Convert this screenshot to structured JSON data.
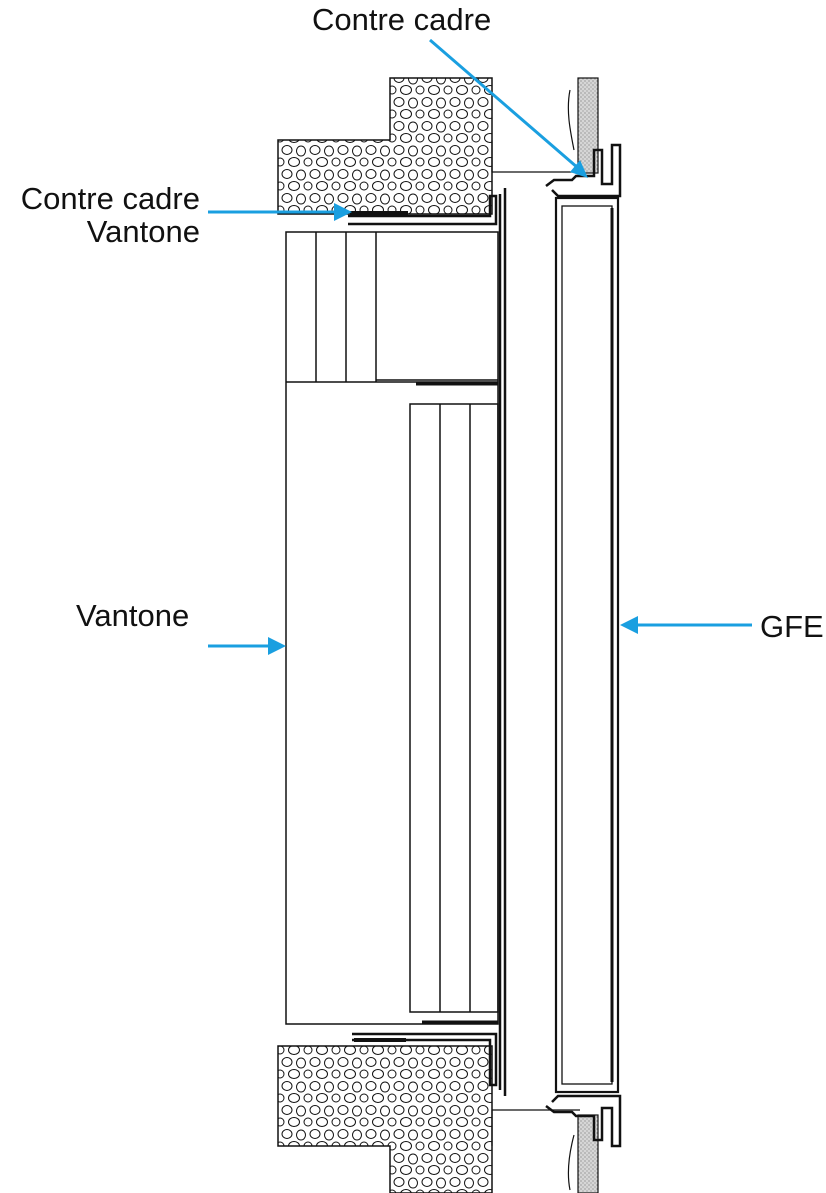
{
  "labels": {
    "contre_cadre": "Contre cadre",
    "contre_cadre_vantone_line1": "Contre cadre",
    "contre_cadre_vantone_line2": "Vantone",
    "vantone": "Vantone",
    "gfe": "GFE"
  },
  "colors": {
    "arrow": "#1a9fe0",
    "line": "#111111",
    "plaster": "#d0d0d0",
    "background": "#ffffff"
  }
}
